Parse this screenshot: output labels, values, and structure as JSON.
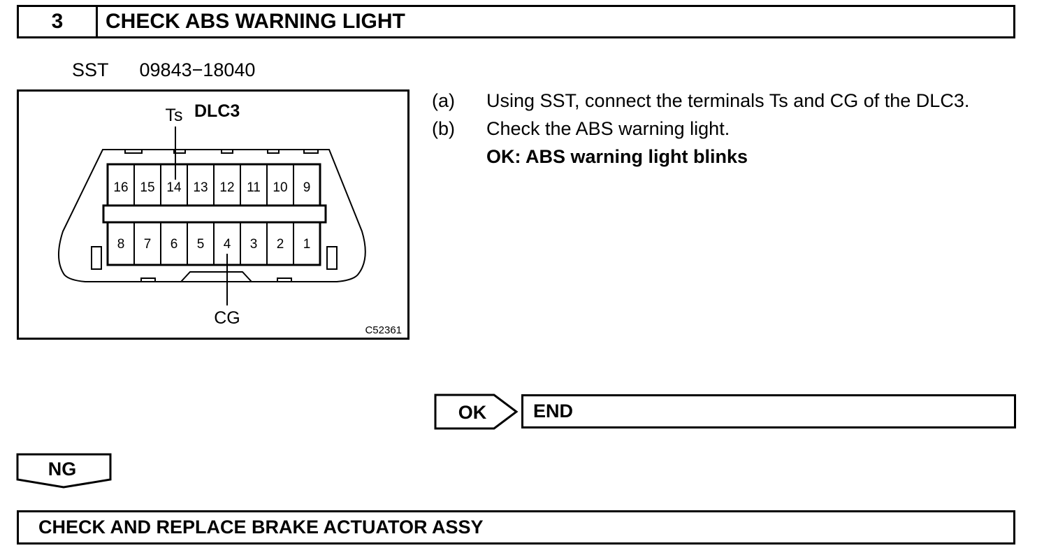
{
  "step": {
    "number": "3",
    "title": "CHECK ABS WARNING LIGHT"
  },
  "sst": {
    "label": "SST",
    "code": "09843−18040"
  },
  "figure": {
    "title": "DLC3",
    "pin_label_top": "Ts",
    "pin_label_bottom": "CG",
    "code": "C52361",
    "top_row": [
      "16",
      "15",
      "14",
      "13",
      "12",
      "11",
      "10",
      "9"
    ],
    "bottom_row": [
      "8",
      "7",
      "6",
      "5",
      "4",
      "3",
      "2",
      "1"
    ]
  },
  "instructions": {
    "items": [
      {
        "key": "(a)",
        "text": "Using SST, connect the terminals Ts and CG of the DLC3."
      },
      {
        "key": "(b)",
        "text": "Check the ABS warning light."
      }
    ],
    "ok_text": "OK: ABS warning light blinks"
  },
  "ok_branch": {
    "label": "OK",
    "result": "END"
  },
  "ng_branch": {
    "label": "NG",
    "result": "CHECK AND REPLACE BRAKE ACTUATOR ASSY"
  }
}
